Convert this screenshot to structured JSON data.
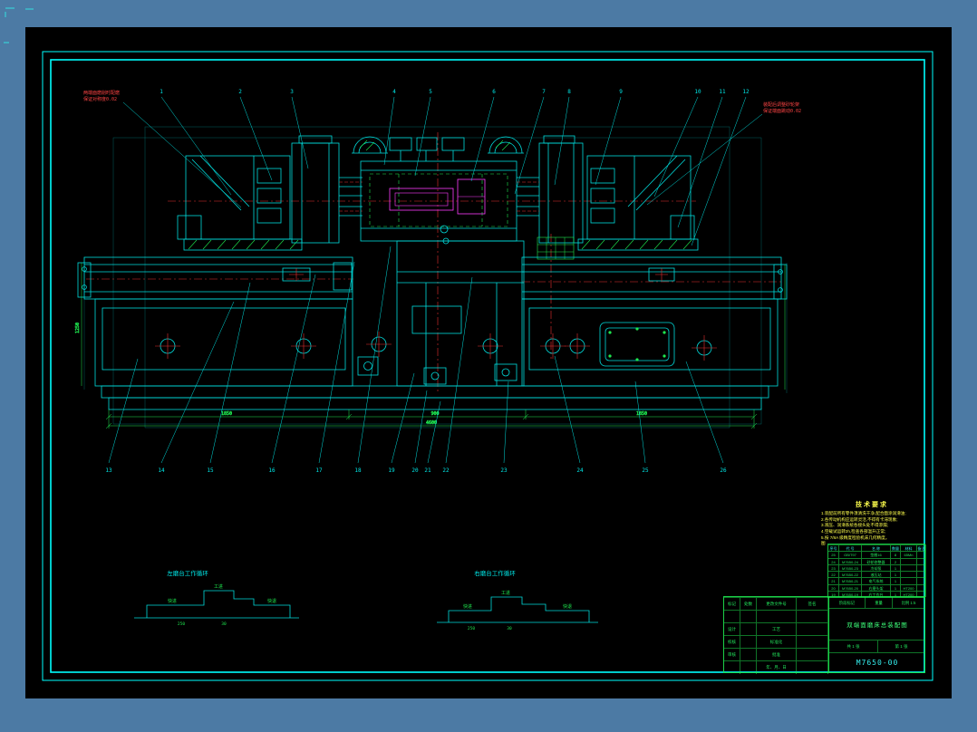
{
  "notes": {
    "left_red": [
      "两端面磨削时配磨",
      "保证对称度0.02"
    ],
    "right_red": [
      "装配后调整砂轮架",
      "保证端面跳动0.02"
    ]
  },
  "tech_requirements": {
    "title": "技术要求",
    "lines": [
      "1.装配前所有零件须清洗干净,配合面涂润滑油;",
      "2.各传动机构应运转灵活,不得有卡滞现象;",
      "3.液压、润滑系统各接头处不得渗漏;",
      "4.空载试运转2h,检查各部温升正常;",
      "5.按 7/8A 级精度检验机床几何精度。",
      "图"
    ]
  },
  "cycle_left": {
    "title": "左磨台工作循环",
    "labels": [
      "快进",
      "工进",
      "快退"
    ],
    "dims": [
      "250",
      "30"
    ]
  },
  "cycle_right": {
    "title": "右磨台工作循环",
    "labels": [
      "快进",
      "工进",
      "快退"
    ],
    "dims": [
      "250",
      "30"
    ]
  },
  "callouts": {
    "top": [
      "1",
      "2",
      "3",
      "4",
      "5",
      "6",
      "7",
      "8",
      "9",
      "10",
      "11",
      "12"
    ],
    "bottom": [
      "13",
      "14",
      "15",
      "16",
      "17",
      "18",
      "19",
      "20",
      "21",
      "22",
      "23",
      "24",
      "25",
      "26"
    ]
  },
  "dimensions": {
    "left_span": "1850",
    "center_span": "900",
    "right_span": "1850",
    "total": "4600",
    "height": "1250"
  },
  "bom": {
    "headers": [
      "序号",
      "代 号",
      "名 称",
      "数量",
      "材料",
      "备注"
    ],
    "rows": [
      [
        "25",
        "GB/T97",
        "垫圈16",
        "8",
        "65Mn",
        ""
      ],
      [
        "24",
        "M7650-24",
        "砂轮修整器",
        "2",
        "",
        ""
      ],
      [
        "23",
        "M7650-23",
        "冷却泵",
        "1",
        "",
        ""
      ],
      [
        "22",
        "M7650-22",
        "液压站",
        "1",
        "",
        ""
      ],
      [
        "21",
        "M7650-21",
        "电气系统",
        "1",
        "",
        ""
      ],
      [
        "20",
        "M7650-20",
        "右磨头架",
        "1",
        "HT200",
        ""
      ],
      [
        "19",
        "M7650-19",
        "右工作台",
        "1",
        "HT200",
        ""
      ]
    ]
  },
  "titleblock": {
    "left_rows": [
      [
        "标记",
        "处数",
        "更改文件号",
        "签名"
      ],
      [
        "",
        "",
        "",
        ""
      ],
      [
        "设计",
        "",
        "工艺",
        ""
      ],
      [
        "校核",
        "",
        "标准化",
        ""
      ],
      [
        "审核",
        "",
        "批准",
        ""
      ],
      [
        "",
        "",
        "年、月、日",
        ""
      ]
    ],
    "stage_label": "阶段标记",
    "weight_label": "重量",
    "scale_value": "比例 1:5",
    "name": "双端面磨床总装配图",
    "sheets": "共 1 张",
    "sheet_no": "第 1 张",
    "code": "M7650-00"
  }
}
